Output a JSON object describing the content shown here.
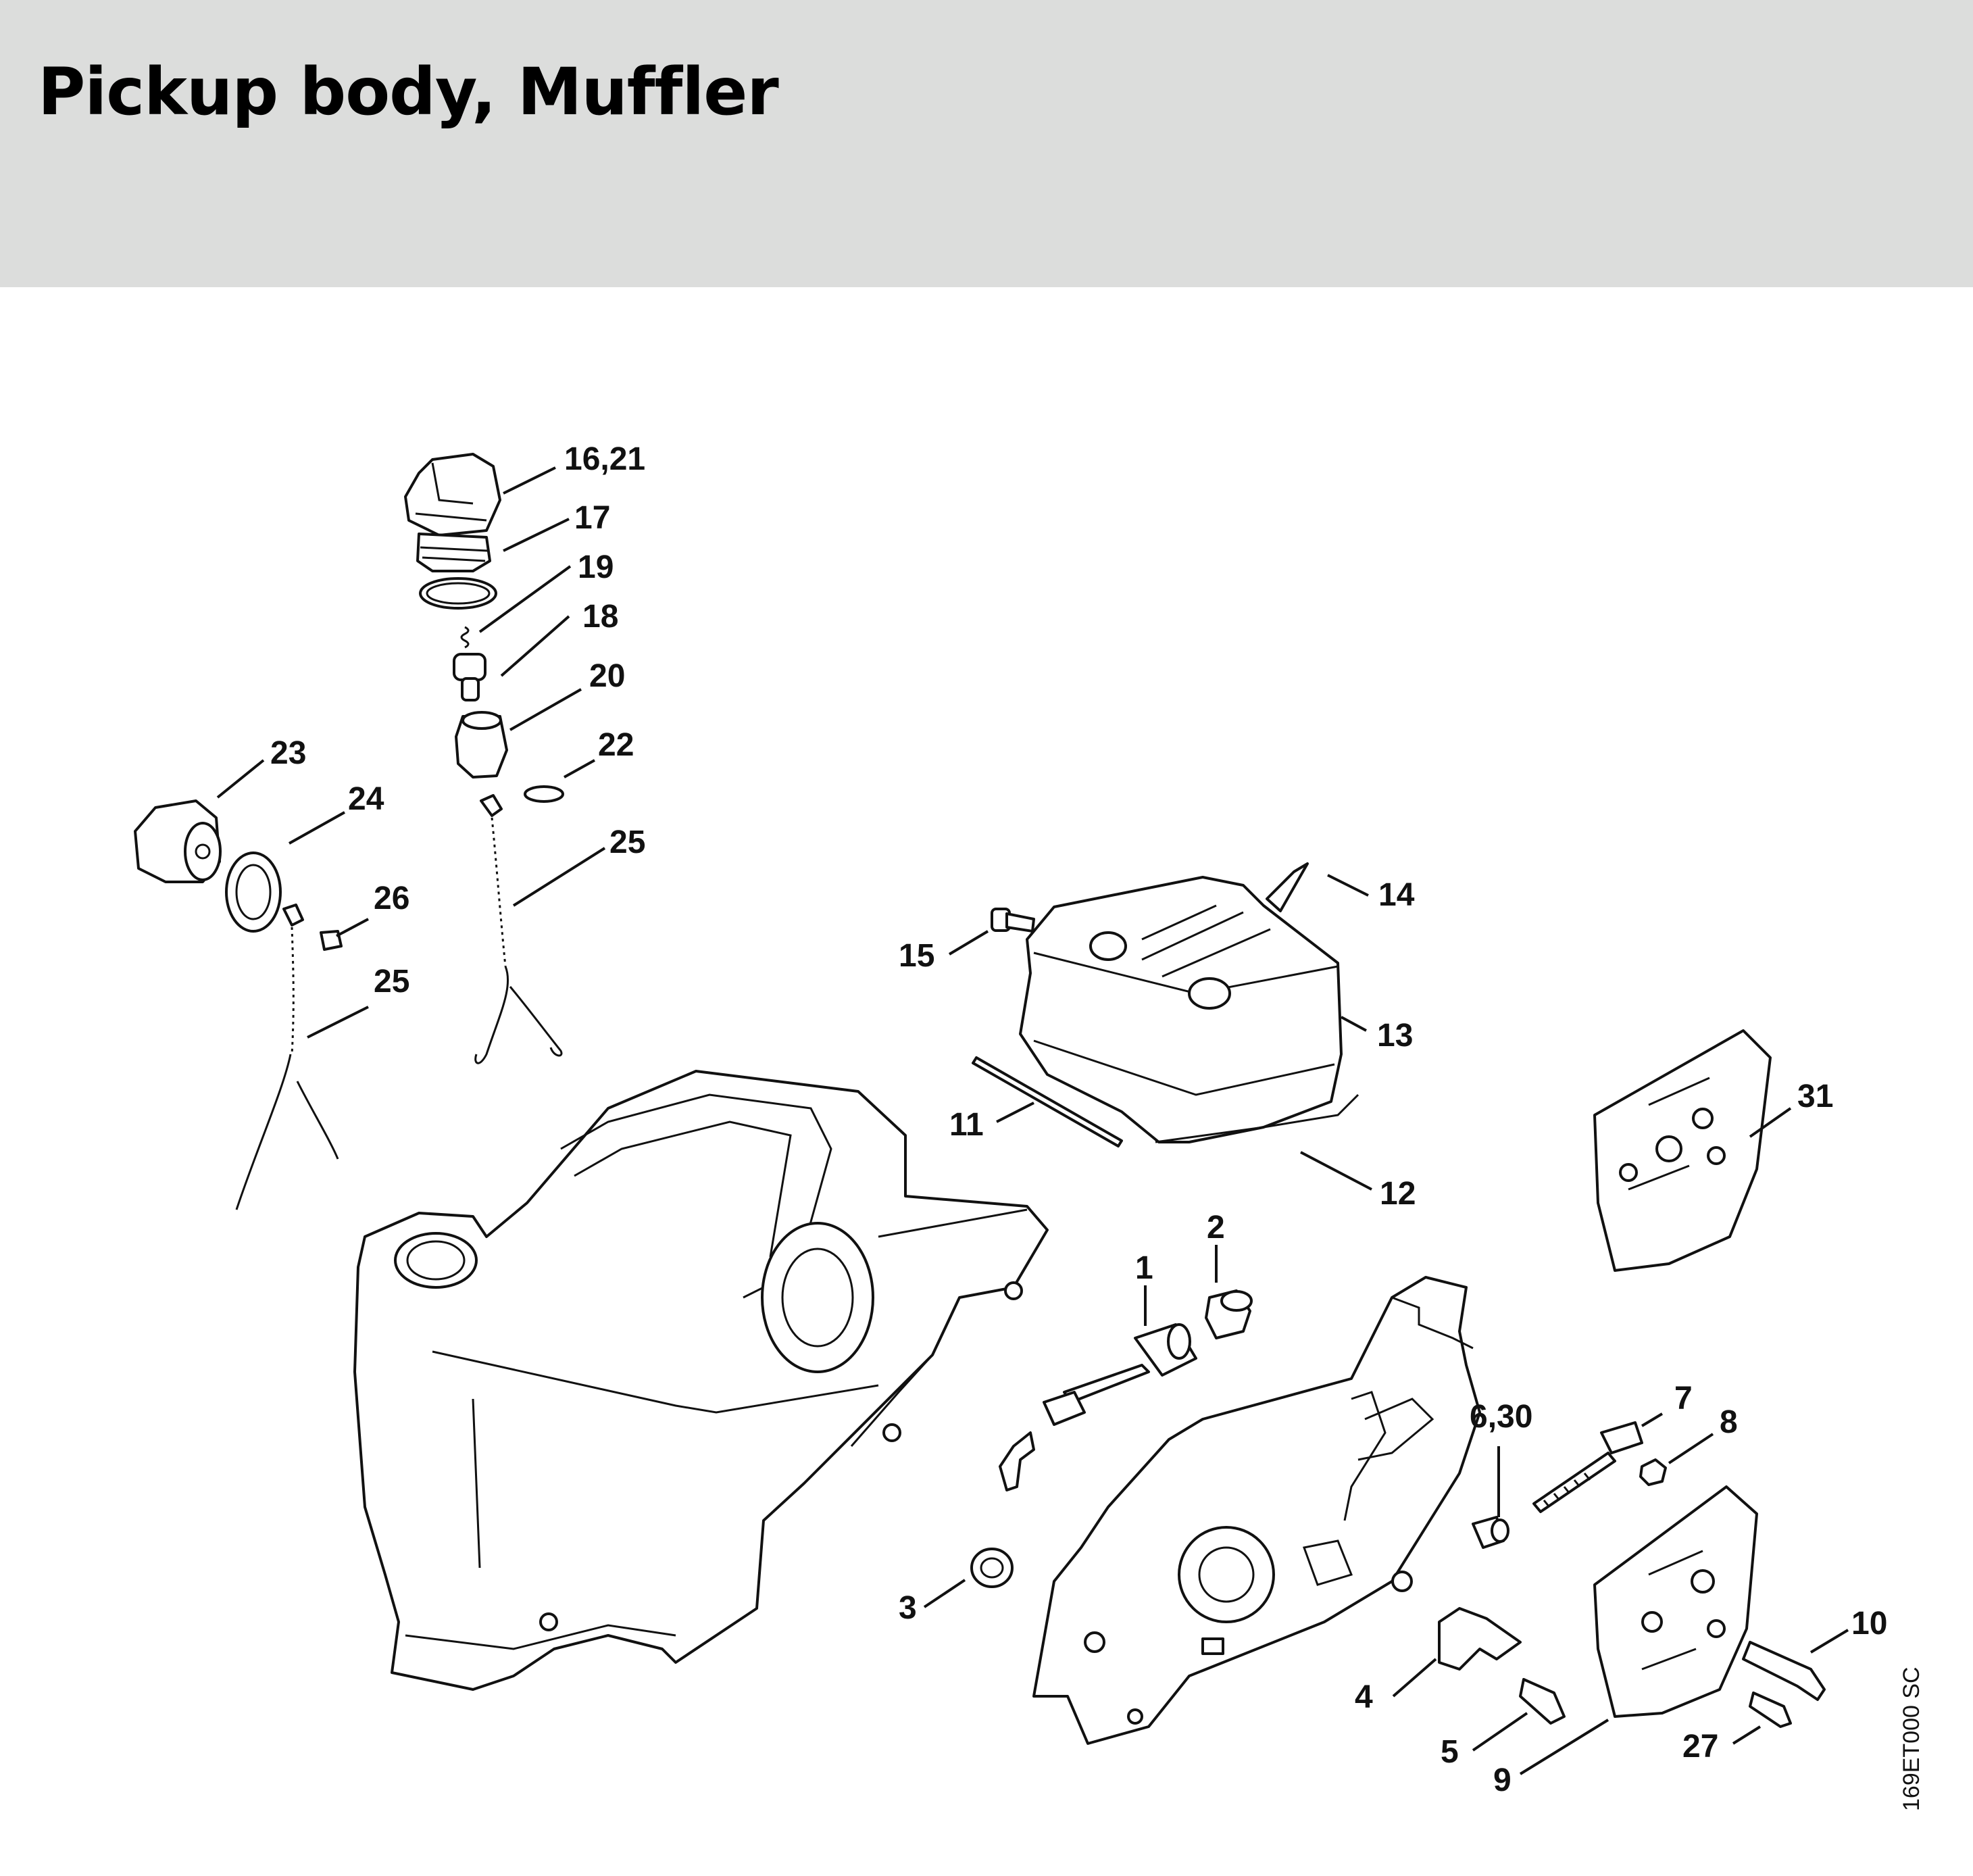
{
  "header": {
    "title": "Pickup body, Muffler",
    "background": "#dcdddc"
  },
  "diagram": {
    "reference_code": "169ET000 SC",
    "callouts": [
      "16,21",
      "17",
      "19",
      "18",
      "20",
      "22",
      "23",
      "24",
      "25",
      "26",
      "25",
      "14",
      "15",
      "13",
      "11",
      "12",
      "31",
      "2",
      "1",
      "7",
      "6,30",
      "8",
      "3",
      "10",
      "4",
      "5",
      "9",
      "27"
    ]
  }
}
